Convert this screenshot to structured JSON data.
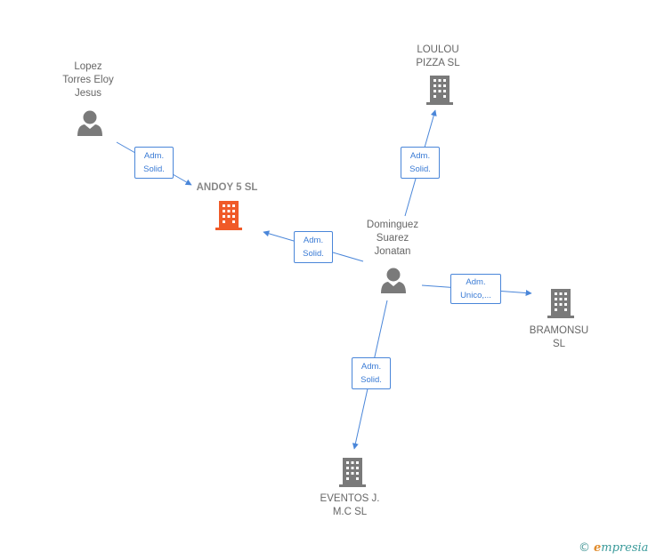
{
  "nodes": {
    "lopez": {
      "label": "Lopez\nTorres Eloy\nJesus",
      "kind": "person"
    },
    "andoy": {
      "label": "ANDOY 5  SL",
      "kind": "company-focus"
    },
    "loulou": {
      "label": "LOULOU\nPIZZA  SL",
      "kind": "company"
    },
    "dominguez": {
      "label": "Dominguez\nSuarez\nJonatan",
      "kind": "person"
    },
    "bramonsu": {
      "label": "BRAMONSU\nSL",
      "kind": "company"
    },
    "eventos": {
      "label": "EVENTOS J.\nM.C SL",
      "kind": "company"
    }
  },
  "edges": [
    {
      "id": "lopez-andoy",
      "label": "Adm.\nSolid."
    },
    {
      "id": "dominguez-andoy",
      "label": "Adm.\nSolid."
    },
    {
      "id": "dominguez-loulou",
      "label": "Adm.\nSolid."
    },
    {
      "id": "dominguez-bramonsu",
      "label": "Adm.\nUnico,..."
    },
    {
      "id": "dominguez-eventos",
      "label": "Adm.\nSolid."
    }
  ],
  "watermark": {
    "copyright": "©",
    "brand_initial": "e",
    "brand_rest": "mpresia"
  },
  "colors": {
    "edge": "#4a86d9",
    "person_icon": "#7a7a7a",
    "company_icon": "#7a7a7a",
    "focus_icon": "#f05a28"
  }
}
